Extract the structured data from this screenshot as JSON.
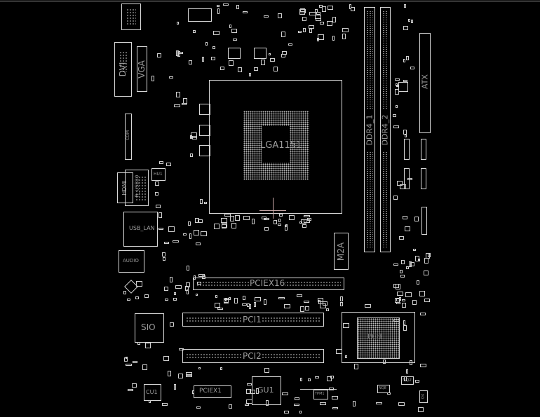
{
  "viewer": {
    "title": "Boardview"
  },
  "components": {
    "dvi": "DVI",
    "vga": "VGA",
    "com": "COM",
    "hdmi": "HDMI",
    "usb30": "R_USB30",
    "hu1": "HU1",
    "usb_lan": "USB_LAN",
    "audio": "AUDIO",
    "cpu_socket": "LGA1151",
    "ddr4_1": "DDR4_1",
    "ddr4_2": "DDR4_2",
    "atx": "ATX",
    "m2a": "M2A",
    "pciex16": "PCIEX16",
    "pci1": "PCI1",
    "pci2": "PCI2",
    "sio": "SIO",
    "pch": "PCH",
    "cu1": "CU1",
    "pciex1": "PCIEX1",
    "gu1": "GU1",
    "tpm1": "TPM1",
    "nq2": "NQ2",
    "nq8": "NQ8",
    "q4": "Q4"
  },
  "colors": {
    "background": "#000000",
    "outline": "#d8d8d8",
    "label": "#9c9c9c",
    "cursor": "#c9a8a8"
  }
}
